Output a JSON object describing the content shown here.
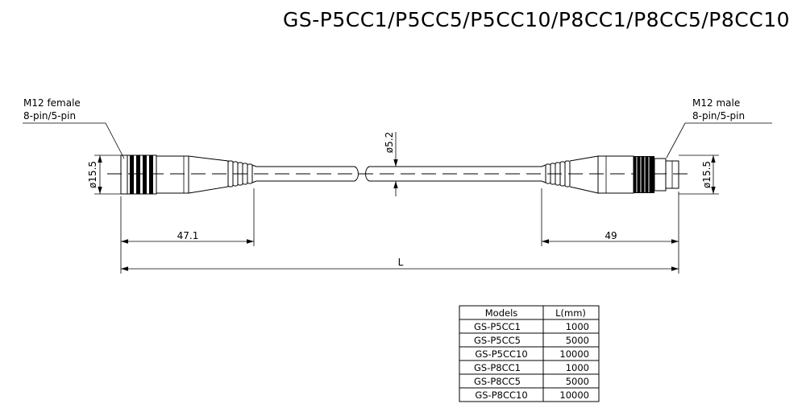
{
  "title": "GS-P5CC1/P5CC5/P5CC10/P8CC1/P8CC5/P8CC10",
  "left_connector": {
    "line1": "M12 female",
    "line2": "8-pin/5-pin"
  },
  "right_connector": {
    "line1": "M12 male",
    "line2": "8-pin/5-pin"
  },
  "dimensions": {
    "left_diameter": "ø15.5",
    "right_diameter": "ø15.5",
    "cable_diameter": "ø5.2",
    "left_length": "47.1",
    "right_length": "49",
    "total_length": "L"
  },
  "table": {
    "headers": [
      "Models",
      "L(mm)"
    ],
    "rows": [
      [
        "GS-P5CC1",
        "1000"
      ],
      [
        "GS-P5CC5",
        "5000"
      ],
      [
        "GS-P5CC10",
        "10000"
      ],
      [
        "GS-P8CC1",
        "1000"
      ],
      [
        "GS-P8CC5",
        "5000"
      ],
      [
        "GS-P8CC10",
        "10000"
      ]
    ]
  }
}
